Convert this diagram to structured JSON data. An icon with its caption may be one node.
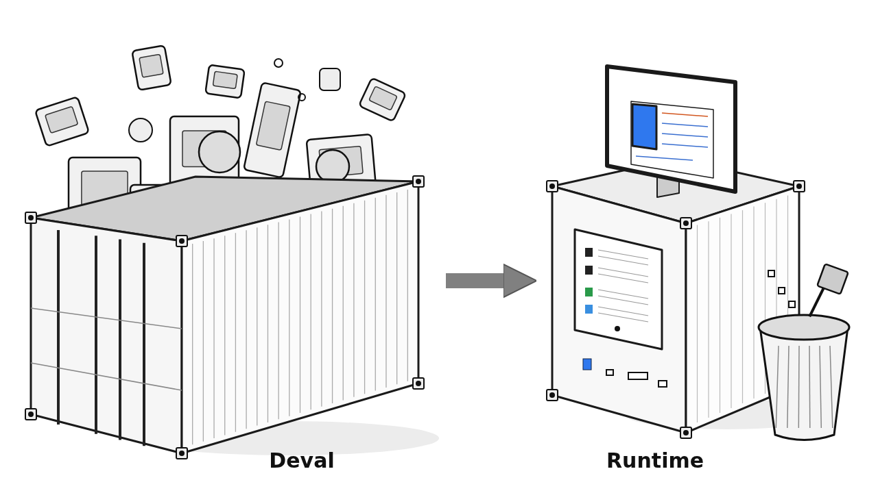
{
  "diagram": {
    "nodes": [
      {
        "text": [
          "Deval"
        ]
      },
      {
        "text": [
          "Runtime"
        ]
      }
    ],
    "edges": [
      {
        "from": 0,
        "to": 1,
        "arrow": "to"
      }
    ]
  }
}
